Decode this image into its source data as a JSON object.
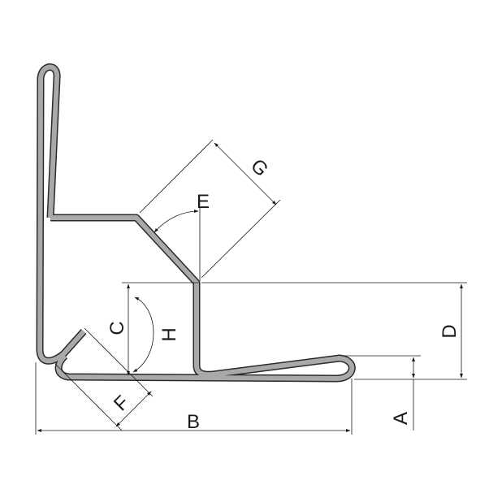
{
  "labels": {
    "a": "A",
    "b": "B",
    "c": "C",
    "d": "D",
    "e": "E",
    "f": "F",
    "g": "G",
    "h": "H"
  },
  "colors": {
    "profile_fill": "#a9a9a9",
    "profile_edge": "#2b2b2b",
    "dimension_lines": "#1a1a1a",
    "background": "#ffffff"
  }
}
